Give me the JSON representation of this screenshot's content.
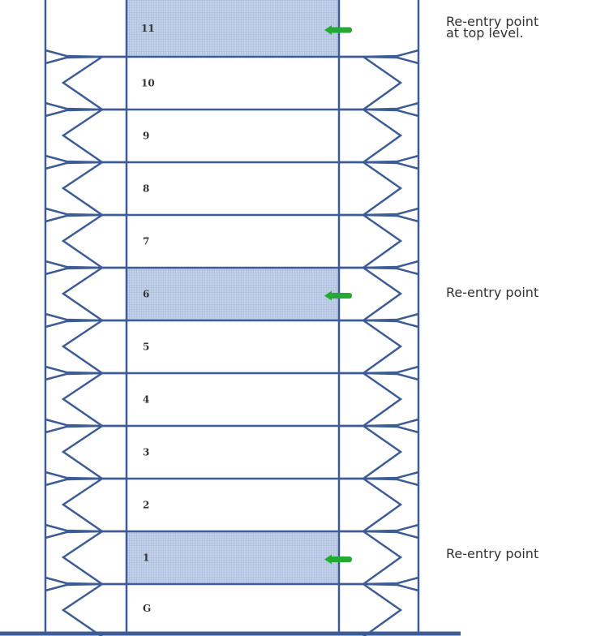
{
  "floors": [
    {
      "label": "11",
      "reentry": true
    },
    {
      "label": "10",
      "reentry": false
    },
    {
      "label": "9",
      "reentry": false
    },
    {
      "label": "8",
      "reentry": false
    },
    {
      "label": "7",
      "reentry": false
    },
    {
      "label": "6",
      "reentry": true
    },
    {
      "label": "5",
      "reentry": false
    },
    {
      "label": "4",
      "reentry": false
    },
    {
      "label": "3",
      "reentry": false
    },
    {
      "label": "2",
      "reentry": false
    },
    {
      "label": "1",
      "reentry": true
    },
    {
      "label": "G",
      "reentry": false
    }
  ],
  "annotations": {
    "top": {
      "line1": "Re-entry point",
      "line2": "at top level."
    },
    "middle": "Re-entry point",
    "bottom": "Re-entry point"
  },
  "colors": {
    "structure": "#3d5c96",
    "highlight": "#bccbe6",
    "arrow": "#22aa33",
    "text": "#333333"
  }
}
